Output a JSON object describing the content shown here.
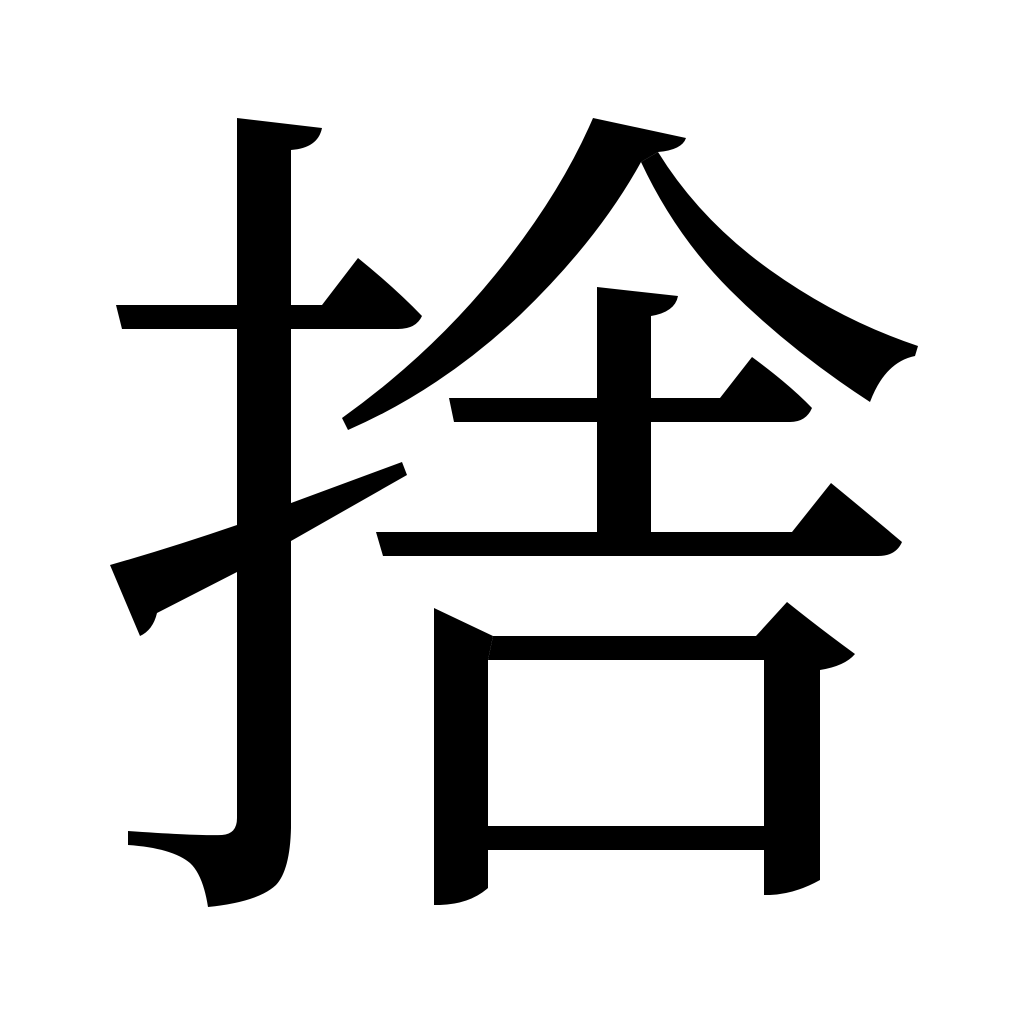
{
  "glyph": {
    "character": "捨",
    "radical": "扌",
    "phonetic": "舎",
    "ink_color": "#000000",
    "background_color": "#ffffff"
  }
}
